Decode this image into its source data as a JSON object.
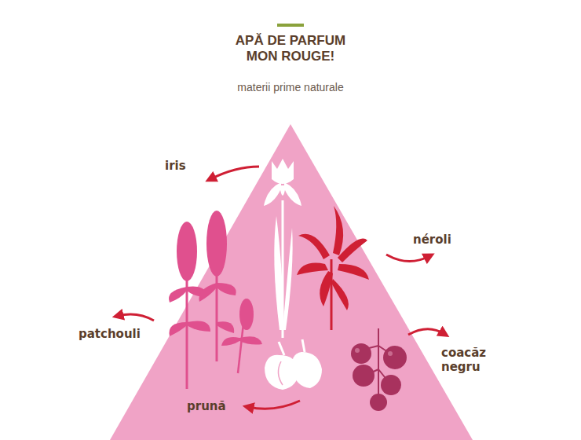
{
  "diagram": {
    "title": "APĂ DE PARFUM MON ROUGE!",
    "labels": [
      "materii prime naturale",
      "iris",
      "néroli",
      "patchouli",
      "coacăz negru",
      "prună"
    ]
  }
}
